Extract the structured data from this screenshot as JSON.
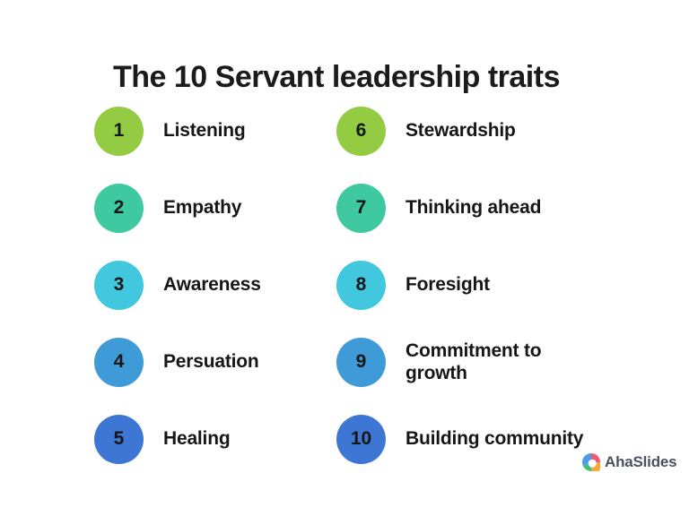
{
  "title": {
    "text": "The 10 Servant leadership traits",
    "color": "#1b1b1b"
  },
  "traits": [
    {
      "number": "1",
      "label": "Listening",
      "color": "#93CB43"
    },
    {
      "number": "2",
      "label": "Empathy",
      "color": "#3EC9A1"
    },
    {
      "number": "3",
      "label": "Awareness",
      "color": "#41C8DE"
    },
    {
      "number": "4",
      "label": "Persuation",
      "color": "#3F9BD8"
    },
    {
      "number": "5",
      "label": "Healing",
      "color": "#3D76D3"
    },
    {
      "number": "6",
      "label": "Stewardship",
      "color": "#93CB43"
    },
    {
      "number": "7",
      "label": "Thinking ahead",
      "color": "#3EC9A1"
    },
    {
      "number": "8",
      "label": "Foresight",
      "color": "#41C8DE"
    },
    {
      "number": "9",
      "label": "Commitment to\ngrowth",
      "color": "#3F9BD8"
    },
    {
      "number": "10",
      "label": "Building community",
      "color": "#3D76D3"
    }
  ],
  "brand": {
    "name": "AhaSlides",
    "text_color": "#4A5260",
    "logo_colors": {
      "blue": "#4D9CEA",
      "pink": "#EF5B77",
      "orange": "#F2A93B",
      "green": "#3FBD7A"
    }
  }
}
